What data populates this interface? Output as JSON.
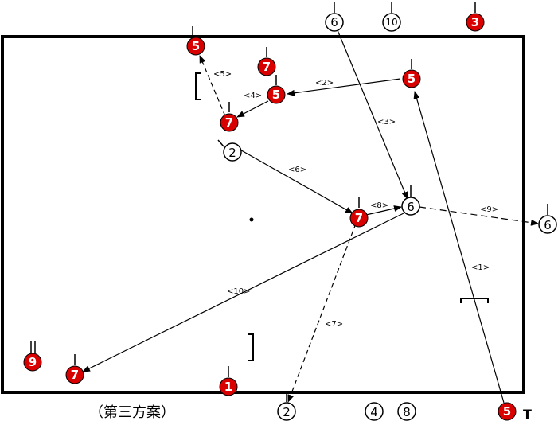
{
  "caption": "（第三方案）",
  "colors": {
    "red_player": "#d90000",
    "line": "#000000",
    "white_player": "#ffffff"
  },
  "players": {
    "top_6": "6",
    "top_10": "10",
    "top_3": "3",
    "p5_top_left": "5",
    "p7_top": "7",
    "p5_mid": "5",
    "p5_right": "5",
    "p7_left": "7",
    "p2_white": "2",
    "p7_center": "7",
    "p6_center": "6",
    "p6_right": "6",
    "p9_left": "9",
    "p7_bottom_left": "7",
    "p1_bottom": "1",
    "p2_bottom": "2",
    "p4_bottom": "4",
    "p8_bottom": "8",
    "p5_bottom_right": "5"
  },
  "steps": {
    "s1": "<1>",
    "s2": "<2>",
    "s3": "<3>",
    "s4": "<4>",
    "s5": "<5>",
    "s6": "<6>",
    "s7": "<7>",
    "s8": "<8>",
    "s9": "<9>",
    "s10": "<10>"
  },
  "t_label": "T"
}
